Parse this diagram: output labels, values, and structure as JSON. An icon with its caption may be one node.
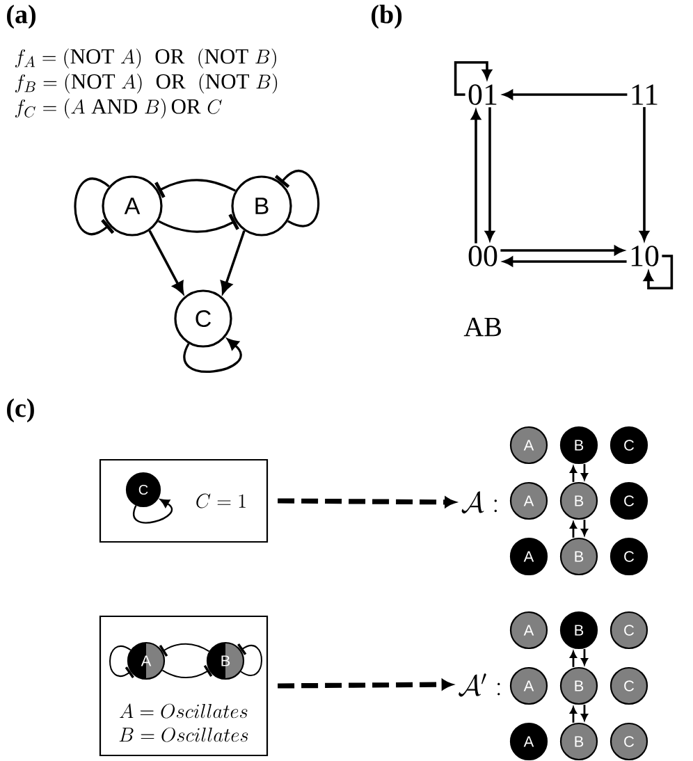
{
  "diagram": {
    "nodes": [
      {
        "text": [
          "A"
        ]
      },
      {
        "text": [
          "B"
        ]
      },
      {
        "text": [
          "C"
        ]
      },
      {
        "text": [
          "01"
        ]
      },
      {
        "text": [
          "11"
        ]
      },
      {
        "text": [
          "00"
        ]
      },
      {
        "text": [
          "10"
        ]
      },
      {
        "text": [
          "C = 1"
        ]
      },
      {
        "text": [
          "C"
        ],
        "in": 7
      },
      {
        "text": [
          "A = Oscillates",
          "B = Oscillates"
        ]
      },
      {
        "text": [
          "A"
        ],
        "in": 9
      },
      {
        "text": [
          "B"
        ],
        "in": 9
      },
      {
        "text": [
          "\\mathcal{A}:"
        ]
      },
      {
        "text": [
          "A"
        ]
      },
      {
        "text": [
          "B"
        ]
      },
      {
        "text": [
          "C"
        ]
      },
      {
        "text": [
          "A"
        ]
      },
      {
        "text": [
          "B"
        ]
      },
      {
        "text": [
          "C"
        ]
      },
      {
        "text": [
          "A"
        ]
      },
      {
        "text": [
          "B"
        ]
      },
      {
        "text": [
          "C"
        ]
      },
      {
        "text": [
          "\\mathcal{A}':"
        ]
      },
      {
        "text": [
          "A"
        ]
      },
      {
        "text": [
          "B"
        ]
      },
      {
        "text": [
          "C"
        ]
      },
      {
        "text": [
          "A"
        ]
      },
      {
        "text": [
          "B"
        ]
      },
      {
        "text": [
          "C"
        ]
      },
      {
        "text": [
          "A"
        ]
      },
      {
        "text": [
          "B"
        ]
      },
      {
        "text": [
          "C"
        ]
      }
    ],
    "edges": [
      {
        "from": 0,
        "to": 0,
        "arrow": "other"
      },
      {
        "from": 1,
        "to": 1,
        "arrow": "other"
      },
      {
        "from": 1,
        "to": 0,
        "arrow": "other"
      },
      {
        "from": 0,
        "to": 1,
        "arrow": "other"
      },
      {
        "from": 0,
        "to": 2,
        "arrow": "to"
      },
      {
        "from": 1,
        "to": 2,
        "arrow": "to"
      },
      {
        "from": 2,
        "to": 2,
        "arrow": "to"
      },
      {
        "from": 3,
        "to": 3,
        "arrow": "to"
      },
      {
        "from": 4,
        "to": 3,
        "arrow": "to"
      },
      {
        "from": 4,
        "to": 6,
        "arrow": "to"
      },
      {
        "from": 3,
        "to": 5,
        "arrow": "to"
      },
      {
        "from": 5,
        "to": 3,
        "arrow": "to"
      },
      {
        "from": 5,
        "to": 6,
        "arrow": "to"
      },
      {
        "from": 6,
        "to": 5,
        "arrow": "to"
      },
      {
        "from": 6,
        "to": 6,
        "arrow": "to"
      },
      {
        "from": 8,
        "to": 8,
        "arrow": "to"
      },
      {
        "from": 10,
        "to": 10,
        "arrow": "other"
      },
      {
        "from": 11,
        "to": 11,
        "arrow": "other"
      },
      {
        "from": 11,
        "to": 10,
        "arrow": "other"
      },
      {
        "from": 10,
        "to": 11,
        "arrow": "other"
      },
      {
        "from": 7,
        "to": 12,
        "arrow": "to",
        "style": "dashed"
      },
      {
        "from": 9,
        "to": 22,
        "arrow": "to",
        "style": "dashed"
      },
      {
        "from": 17,
        "to": 14,
        "arrow": "to"
      },
      {
        "from": 14,
        "to": 17,
        "arrow": "to"
      },
      {
        "from": 20,
        "to": 17,
        "arrow": "to"
      },
      {
        "from": 17,
        "to": 20,
        "arrow": "to"
      },
      {
        "from": 27,
        "to": 24,
        "arrow": "to"
      },
      {
        "from": 24,
        "to": 27,
        "arrow": "to"
      },
      {
        "from": 30,
        "to": 27,
        "arrow": "to"
      },
      {
        "from": 27,
        "to": 30,
        "arrow": "to"
      }
    ],
    "labels": [
      "(a)",
      "f_A = (\\mathrm{NOT}\\ A)\\ \\ \\mathrm{OR}\\ \\ (\\mathrm{NOT}\\ B)",
      "f_B = (\\mathrm{NOT}\\ A)\\ \\ \\mathrm{OR}\\ \\ (\\mathrm{NOT}\\ B)",
      "f_C = (A\\ \\mathrm{AND}\\ B)\\,\\mathrm{OR}\\ C",
      "(b)",
      "AB",
      "(c)"
    ]
  }
}
